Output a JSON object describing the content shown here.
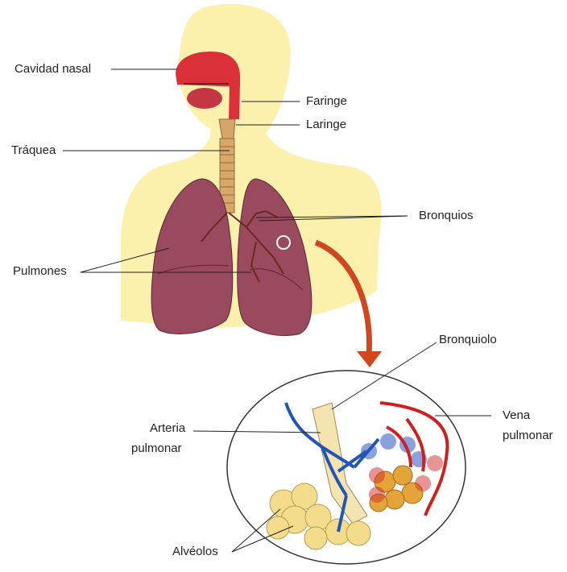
{
  "labels": {
    "nasal_cavity": "Cavidad nasal",
    "pharynx": "Faringe",
    "larynx": "Laringe",
    "trachea": "Tráquea",
    "bronchi": "Bronquios",
    "lungs": "Pulmones",
    "bronchiole": "Bronquiolo",
    "pulmonary_artery_line1": "Arteria",
    "pulmonary_artery_line2": "pulmonar",
    "pulmonary_vein_line1": "Vena",
    "pulmonary_vein_line2": "pulmonar",
    "alveoli": "Alvéolos"
  },
  "colors": {
    "body": "#fbf1ad",
    "lung": "#9a4a5e",
    "lung_dark": "#6d2e3e",
    "airway": "#d8a76a",
    "nasal": "#d9303a",
    "artery_blue": "#2255b8",
    "vein_red": "#d01f1f",
    "alveolus": "#f3dc8c",
    "arrow": "#d2461e"
  }
}
